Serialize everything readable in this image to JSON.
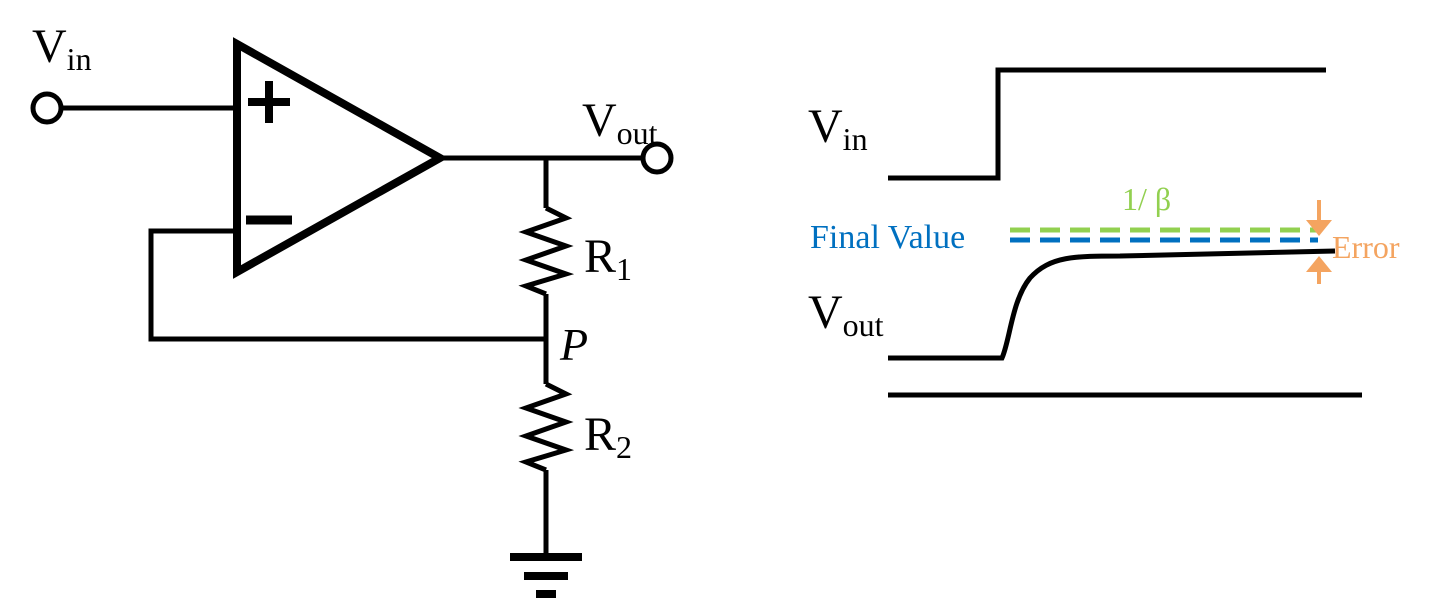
{
  "circuit": {
    "input_label": {
      "main": "V",
      "sub": "in"
    },
    "output_label": {
      "main": "V",
      "sub": "out"
    },
    "plus_sign": "+",
    "minus_sign": "−",
    "r1_label": {
      "main": "R",
      "sub": "1"
    },
    "r2_label": {
      "main": "R",
      "sub": "2"
    },
    "node_label": "P"
  },
  "waveform": {
    "input_label": {
      "main": "V",
      "sub": "in"
    },
    "output_label": {
      "main": "V",
      "sub": "out"
    },
    "beta_label": "1/ β",
    "final_value_label": "Final Value",
    "error_label": "Error"
  },
  "colors": {
    "ink": "#000000",
    "beta": "#92d050",
    "final_value": "#0070c0",
    "error": "#f4a460"
  }
}
